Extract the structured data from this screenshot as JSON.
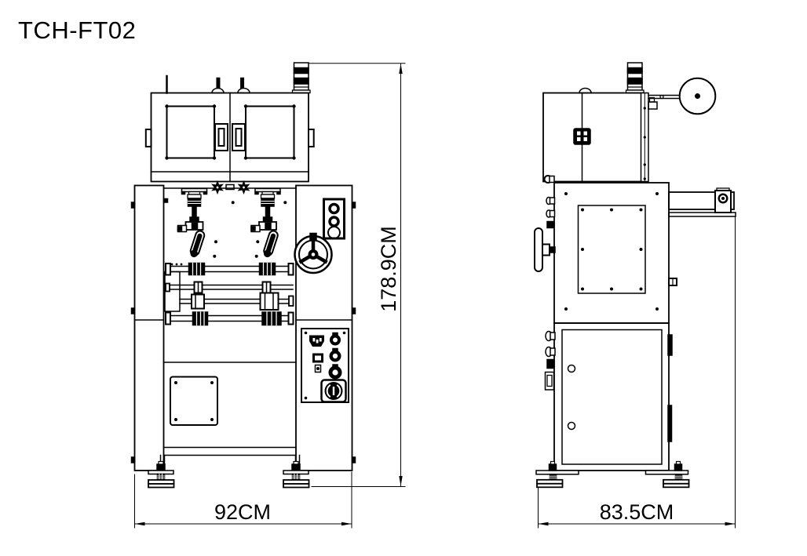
{
  "title": "TCH-FT02",
  "drawing": {
    "background": "#ffffff",
    "line_color": "#000000",
    "views": [
      "front-elevation",
      "side-elevation"
    ]
  },
  "dimensions": {
    "overall_height": "178.9CM",
    "front_width": "92CM",
    "side_depth": "83.5CM"
  }
}
